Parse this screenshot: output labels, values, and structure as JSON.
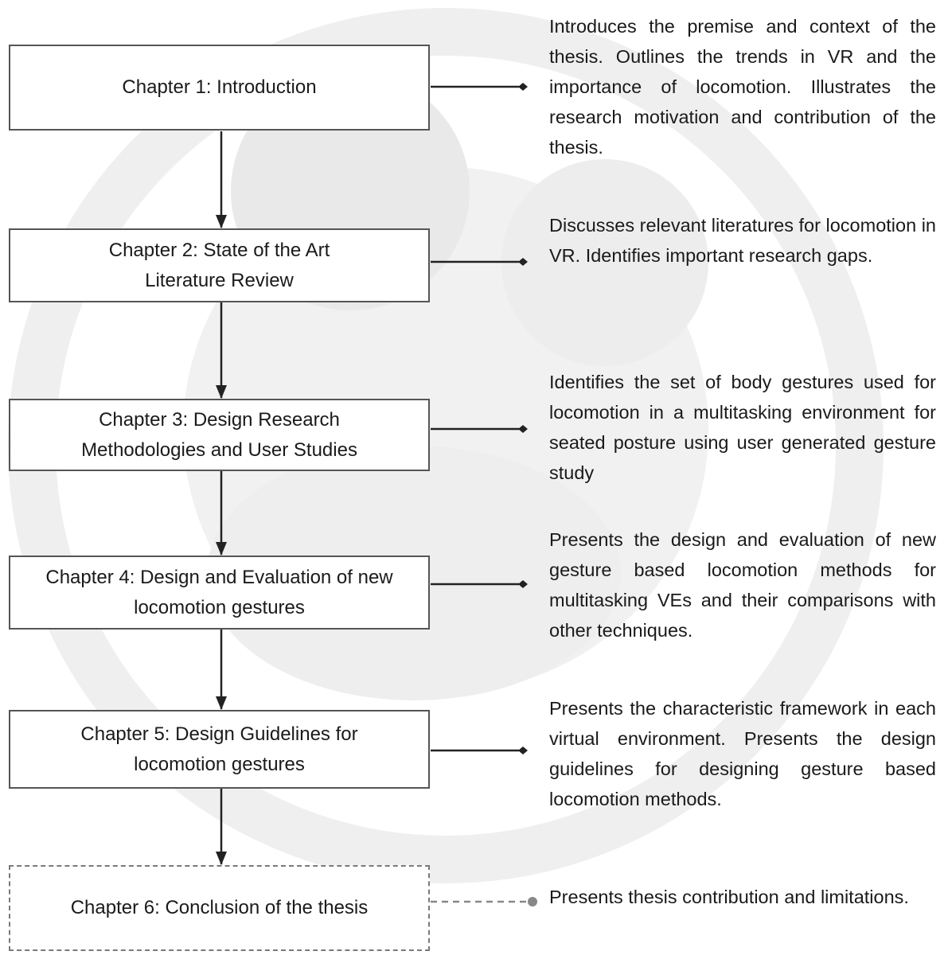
{
  "chapters": [
    {
      "title": "Chapter 1: Introduction",
      "description": "Introduces the premise and context of the thesis. Outlines the trends in VR and the importance of locomotion. Illustrates the research motivation and contribution of the thesis."
    },
    {
      "title": "Chapter 2: State of the Art Literature Review",
      "description": "Discusses relevant literatures for locomotion in VR. Identifies important research gaps."
    },
    {
      "title": "Chapter 3: Design Research Methodologies and User Studies",
      "description": "Identifies the set of body gestures used for locomotion in a multitasking environment for seated posture using user generated gesture study"
    },
    {
      "title": "Chapter 4: Design and Evaluation of new locomotion gestures",
      "description": "Presents the design and evaluation of new gesture based locomotion methods for multitasking VEs and their comparisons with other techniques."
    },
    {
      "title": "Chapter 5: Design Guidelines for locomotion gestures",
      "description": "Presents the characteristic framework in each virtual environment. Presents the design guidelines for designing gesture based locomotion methods."
    },
    {
      "title": "Chapter 6: Conclusion of the thesis",
      "description": "Presents thesis contribution and limitations."
    }
  ],
  "colors": {
    "box_border": "#555555",
    "line": "#222222",
    "dashed": "#888888",
    "watermark": "#ececec"
  }
}
